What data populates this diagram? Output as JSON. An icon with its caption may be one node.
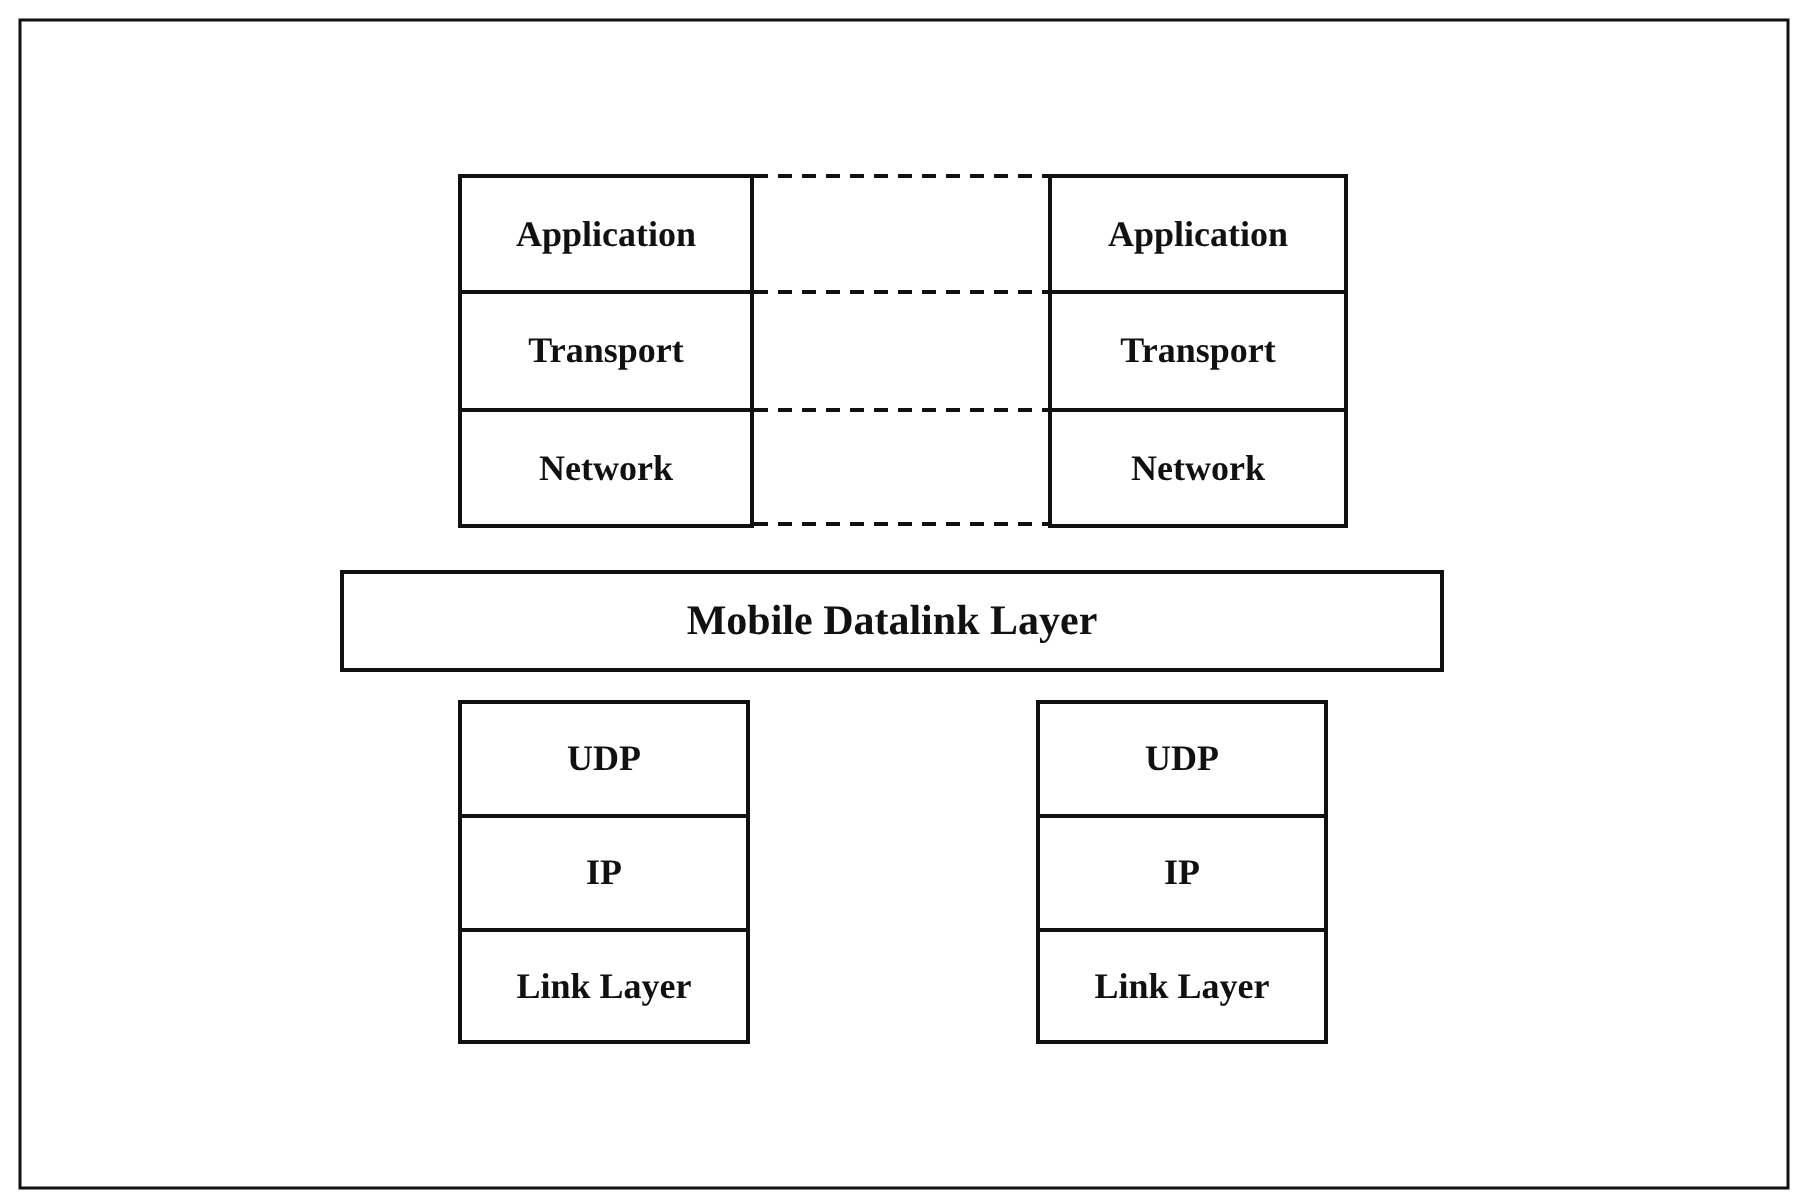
{
  "diagram": {
    "nodes": [
      {
        "text": [
          "Application"
        ]
      },
      {
        "text": [
          "Transport"
        ]
      },
      {
        "text": [
          "Network"
        ]
      },
      {
        "text": [
          "Application"
        ]
      },
      {
        "text": [
          "Transport"
        ]
      },
      {
        "text": [
          "Network"
        ]
      },
      {
        "text": [
          "Mobile Datalink Layer"
        ]
      },
      {
        "text": [
          "UDP"
        ]
      },
      {
        "text": [
          "IP"
        ]
      },
      {
        "text": [
          "Link Layer"
        ]
      },
      {
        "text": [
          "UDP"
        ]
      },
      {
        "text": [
          "IP"
        ]
      },
      {
        "text": [
          "Link Layer"
        ]
      }
    ]
  }
}
